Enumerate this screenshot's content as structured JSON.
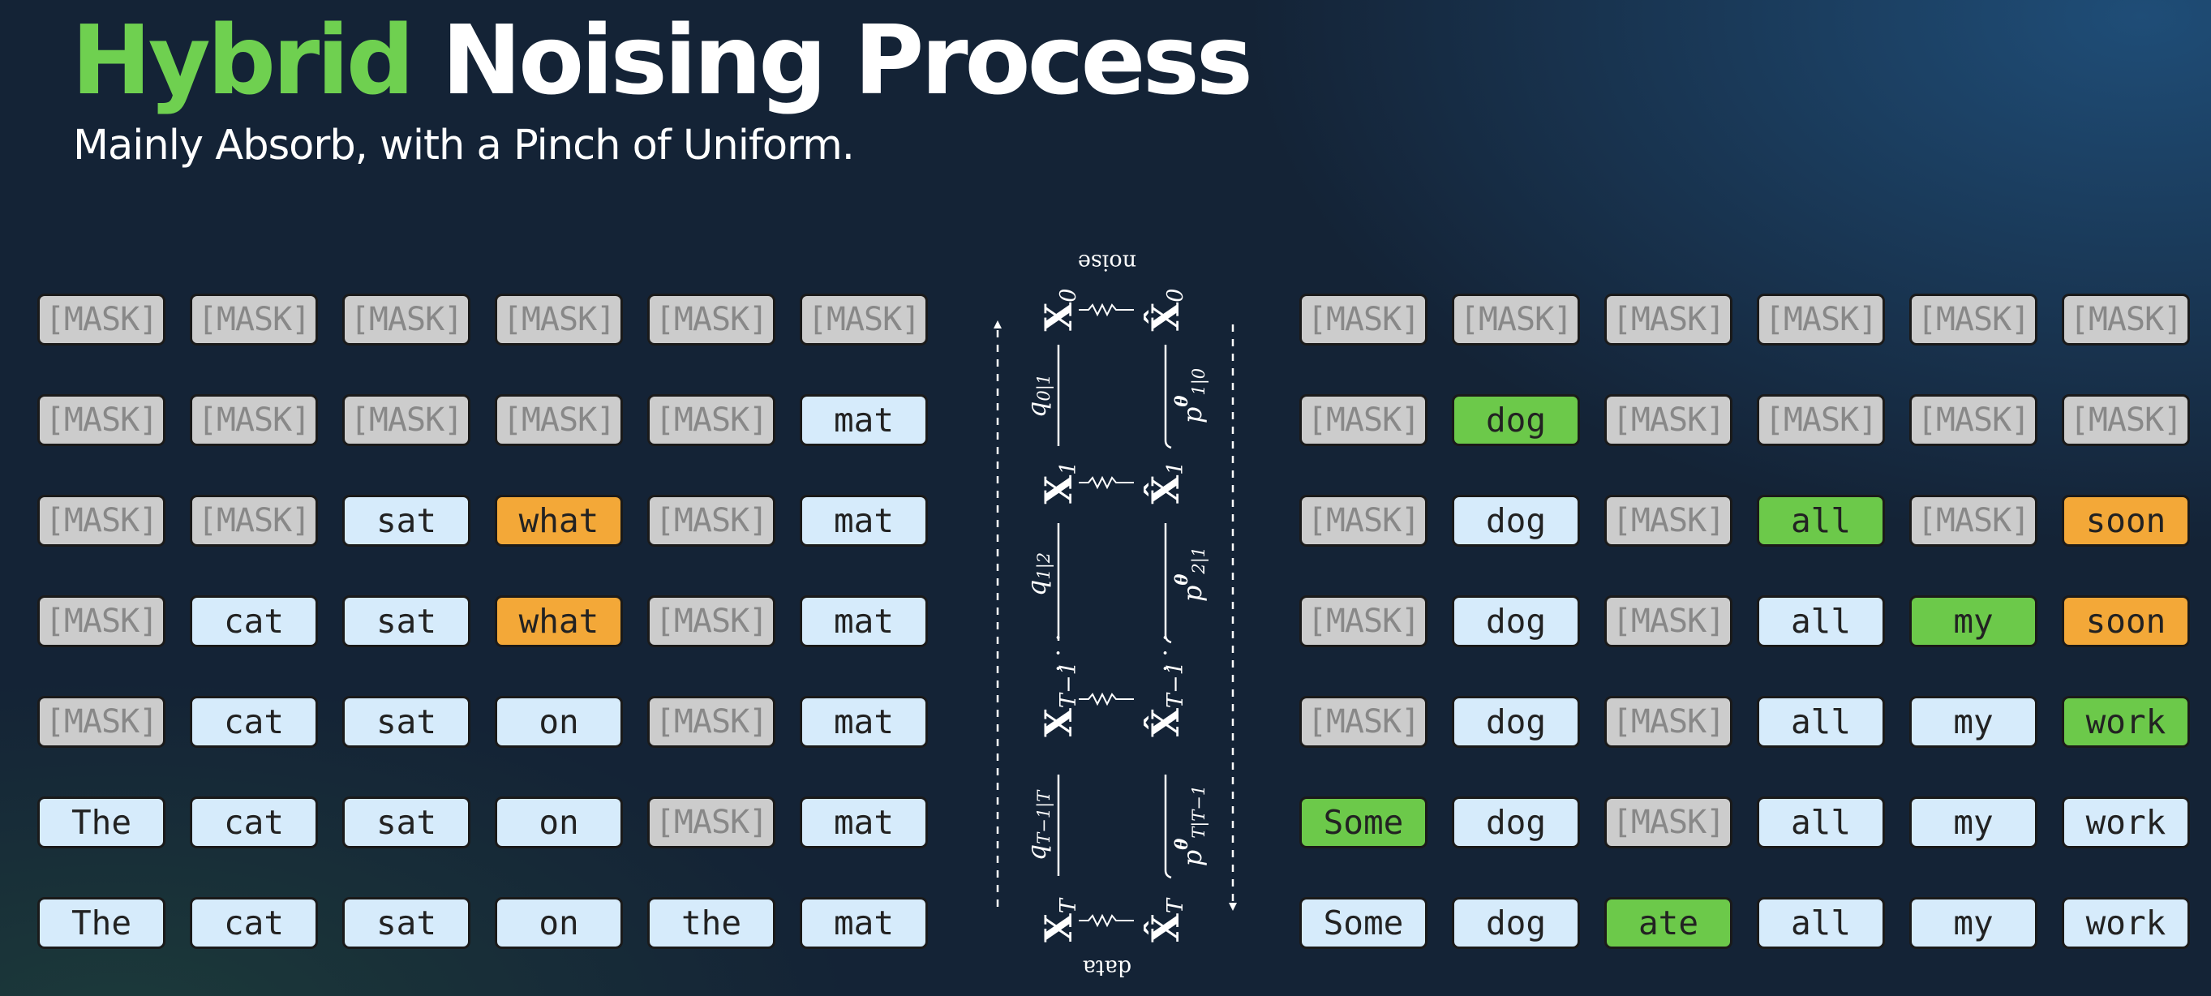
{
  "header": {
    "title_highlight": "Hybrid",
    "title_rest": "Noising Process",
    "subtitle": "Mainly Absorb, with a Pinch of Uniform."
  },
  "colors": {
    "background": "#142336",
    "title_accent": "#6fd050",
    "mask_token": "#cccccc",
    "known_token": "#d6ebfb",
    "uniform_noise_token": "#f3a838",
    "newly_denoised_token": "#6cc94a"
  },
  "forward_grid": [
    [
      {
        "text": "[MASK]",
        "state": "mask"
      },
      {
        "text": "[MASK]",
        "state": "mask"
      },
      {
        "text": "[MASK]",
        "state": "mask"
      },
      {
        "text": "[MASK]",
        "state": "mask"
      },
      {
        "text": "[MASK]",
        "state": "mask"
      },
      {
        "text": "[MASK]",
        "state": "mask"
      }
    ],
    [
      {
        "text": "[MASK]",
        "state": "mask"
      },
      {
        "text": "[MASK]",
        "state": "mask"
      },
      {
        "text": "[MASK]",
        "state": "mask"
      },
      {
        "text": "[MASK]",
        "state": "mask"
      },
      {
        "text": "[MASK]",
        "state": "mask"
      },
      {
        "text": "mat",
        "state": "known"
      }
    ],
    [
      {
        "text": "[MASK]",
        "state": "mask"
      },
      {
        "text": "[MASK]",
        "state": "mask"
      },
      {
        "text": "sat",
        "state": "known"
      },
      {
        "text": "what",
        "state": "uniform"
      },
      {
        "text": "[MASK]",
        "state": "mask"
      },
      {
        "text": "mat",
        "state": "known"
      }
    ],
    [
      {
        "text": "[MASK]",
        "state": "mask"
      },
      {
        "text": "cat",
        "state": "known"
      },
      {
        "text": "sat",
        "state": "known"
      },
      {
        "text": "what",
        "state": "uniform"
      },
      {
        "text": "[MASK]",
        "state": "mask"
      },
      {
        "text": "mat",
        "state": "known"
      }
    ],
    [
      {
        "text": "[MASK]",
        "state": "mask"
      },
      {
        "text": "cat",
        "state": "known"
      },
      {
        "text": "sat",
        "state": "known"
      },
      {
        "text": "on",
        "state": "known"
      },
      {
        "text": "[MASK]",
        "state": "mask"
      },
      {
        "text": "mat",
        "state": "known"
      }
    ],
    [
      {
        "text": "The",
        "state": "known"
      },
      {
        "text": "cat",
        "state": "known"
      },
      {
        "text": "sat",
        "state": "known"
      },
      {
        "text": "on",
        "state": "known"
      },
      {
        "text": "[MASK]",
        "state": "mask"
      },
      {
        "text": "mat",
        "state": "known"
      }
    ],
    [
      {
        "text": "The",
        "state": "known"
      },
      {
        "text": "cat",
        "state": "known"
      },
      {
        "text": "sat",
        "state": "known"
      },
      {
        "text": "on",
        "state": "known"
      },
      {
        "text": "the",
        "state": "known"
      },
      {
        "text": "mat",
        "state": "known"
      }
    ]
  ],
  "reverse_grid": [
    [
      {
        "text": "[MASK]",
        "state": "mask"
      },
      {
        "text": "[MASK]",
        "state": "mask"
      },
      {
        "text": "[MASK]",
        "state": "mask"
      },
      {
        "text": "[MASK]",
        "state": "mask"
      },
      {
        "text": "[MASK]",
        "state": "mask"
      },
      {
        "text": "[MASK]",
        "state": "mask"
      }
    ],
    [
      {
        "text": "[MASK]",
        "state": "mask"
      },
      {
        "text": "dog",
        "state": "denoised"
      },
      {
        "text": "[MASK]",
        "state": "mask"
      },
      {
        "text": "[MASK]",
        "state": "mask"
      },
      {
        "text": "[MASK]",
        "state": "mask"
      },
      {
        "text": "[MASK]",
        "state": "mask"
      }
    ],
    [
      {
        "text": "[MASK]",
        "state": "mask"
      },
      {
        "text": "dog",
        "state": "known"
      },
      {
        "text": "[MASK]",
        "state": "mask"
      },
      {
        "text": "all",
        "state": "denoised"
      },
      {
        "text": "[MASK]",
        "state": "mask"
      },
      {
        "text": "soon",
        "state": "uniform"
      }
    ],
    [
      {
        "text": "[MASK]",
        "state": "mask"
      },
      {
        "text": "dog",
        "state": "known"
      },
      {
        "text": "[MASK]",
        "state": "mask"
      },
      {
        "text": "all",
        "state": "known"
      },
      {
        "text": "my",
        "state": "denoised"
      },
      {
        "text": "soon",
        "state": "uniform"
      }
    ],
    [
      {
        "text": "[MASK]",
        "state": "mask"
      },
      {
        "text": "dog",
        "state": "known"
      },
      {
        "text": "[MASK]",
        "state": "mask"
      },
      {
        "text": "all",
        "state": "known"
      },
      {
        "text": "my",
        "state": "known"
      },
      {
        "text": "work",
        "state": "denoised"
      }
    ],
    [
      {
        "text": "Some",
        "state": "denoised"
      },
      {
        "text": "dog",
        "state": "known"
      },
      {
        "text": "[MASK]",
        "state": "mask"
      },
      {
        "text": "all",
        "state": "known"
      },
      {
        "text": "my",
        "state": "known"
      },
      {
        "text": "work",
        "state": "known"
      }
    ],
    [
      {
        "text": "Some",
        "state": "known"
      },
      {
        "text": "dog",
        "state": "known"
      },
      {
        "text": "ate",
        "state": "denoised"
      },
      {
        "text": "all",
        "state": "known"
      },
      {
        "text": "my",
        "state": "known"
      },
      {
        "text": "work",
        "state": "known"
      }
    ]
  ],
  "process_diagram": {
    "top_label": "noise",
    "bottom_label": "data",
    "left_chain": [
      "X",
      "X",
      "X",
      "X"
    ],
    "right_chain": [
      "X̂",
      "X̂",
      "X̂",
      "X̂"
    ],
    "subscripts": [
      "0",
      "1",
      "T−1",
      "T"
    ],
    "ellipsis": "· · ·",
    "q_labels": [
      {
        "base": "q",
        "sub": "0|1"
      },
      {
        "base": "q",
        "sub": "1|2"
      },
      {
        "base": "q",
        "sub": "T−1|T"
      }
    ],
    "p_labels": [
      {
        "base": "p",
        "sup": "θ",
        "sub": "1|0"
      },
      {
        "base": "p",
        "sup": "θ",
        "sub": "2|1"
      },
      {
        "base": "p",
        "sup": "θ",
        "sub": "T|T−1"
      }
    ]
  }
}
